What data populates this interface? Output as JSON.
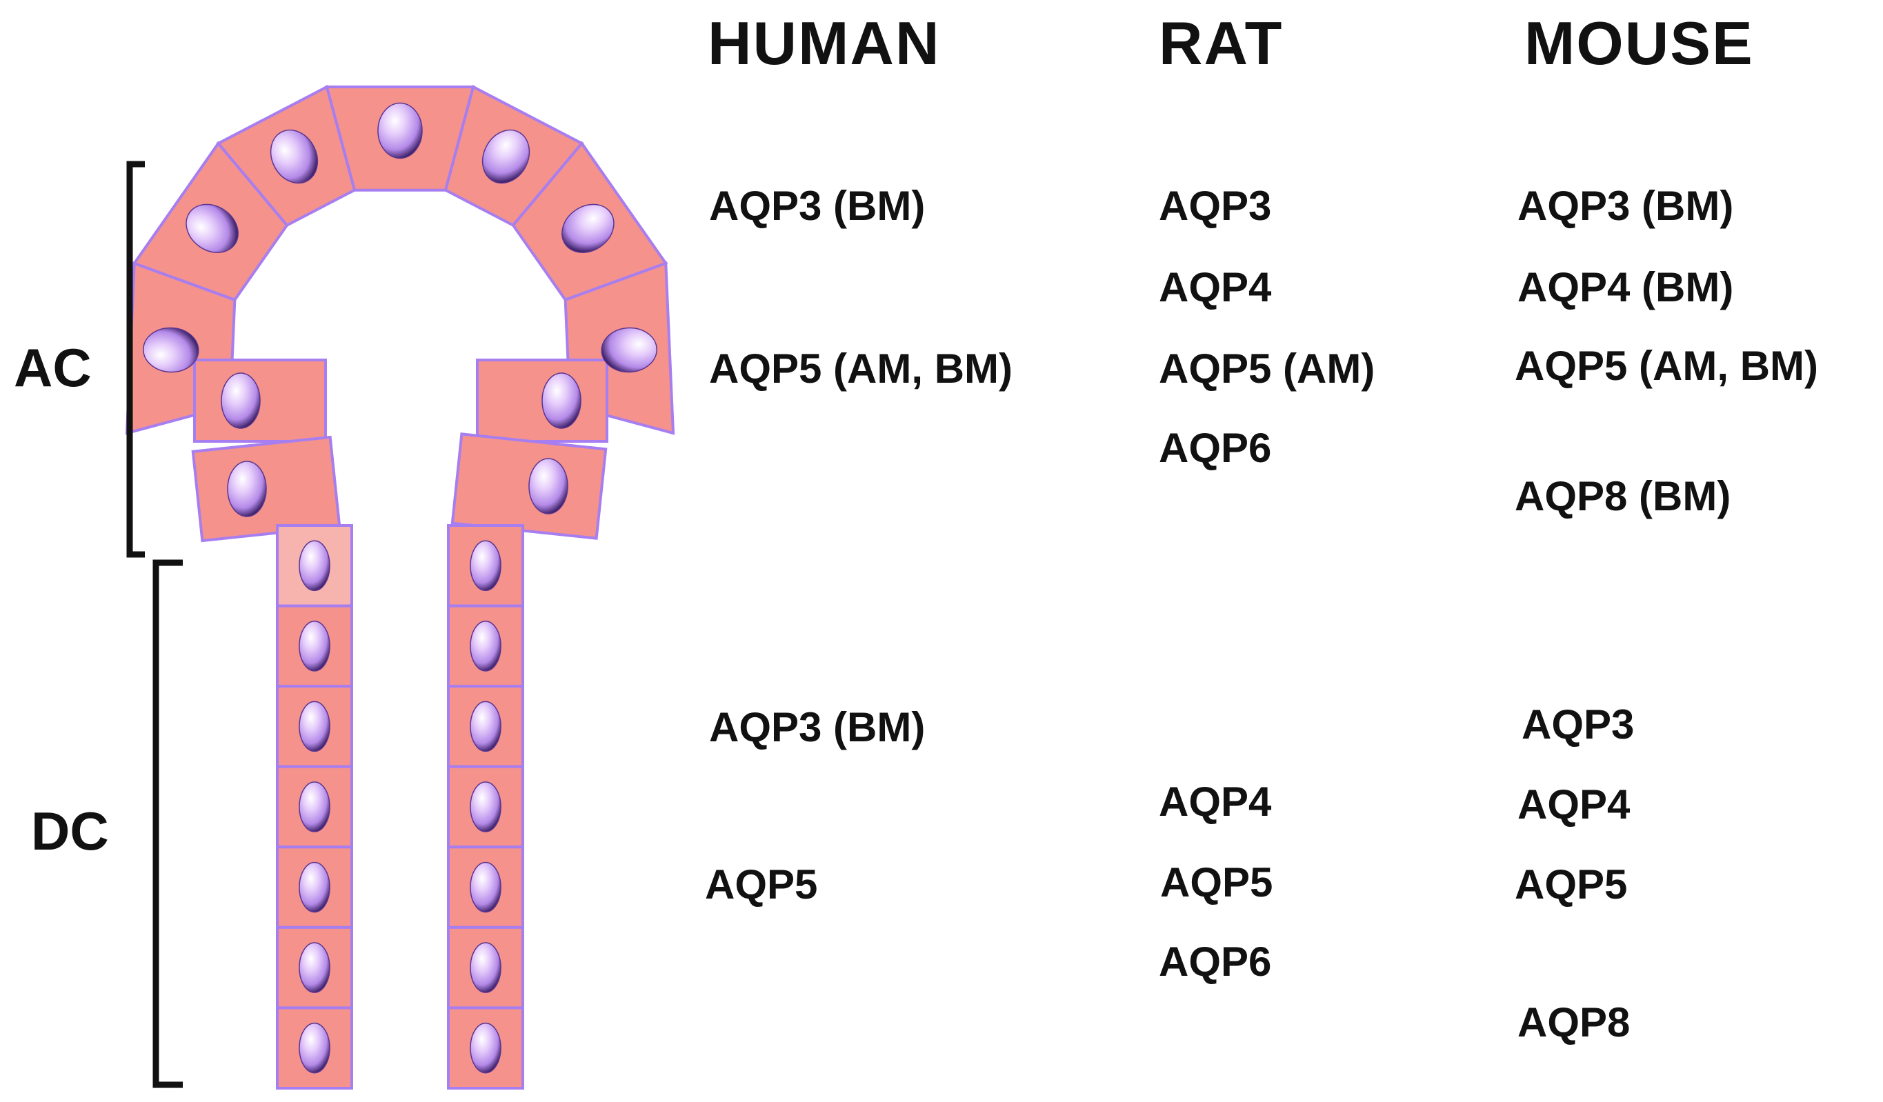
{
  "colors": {
    "cell_fill": "#f5928c",
    "cell_outline": "#a77ef0",
    "nucleus": "#c89ef0",
    "bracket": "#111111",
    "text": "#111111"
  },
  "sections": {
    "acinar": "AC",
    "ductal": "DC"
  },
  "columns": {
    "human": "HUMAN",
    "rat": "RAT",
    "mouse": "MOUSE"
  },
  "acinar": {
    "human": [
      "AQP3 (BM)",
      "AQP5 (AM, BM)"
    ],
    "rat": [
      "AQP3",
      "AQP4",
      "AQP5 (AM)",
      "AQP6"
    ],
    "mouse": [
      "AQP3 (BM)",
      "AQP4 (BM)",
      "AQP5 (AM, BM)",
      "AQP8 (BM)"
    ]
  },
  "ductal": {
    "human": [
      "AQP3 (BM)",
      "AQP5"
    ],
    "rat": [
      "AQP4",
      "AQP5",
      "AQP6"
    ],
    "mouse": [
      "AQP3",
      "AQP4",
      "AQP5",
      "AQP8"
    ]
  }
}
